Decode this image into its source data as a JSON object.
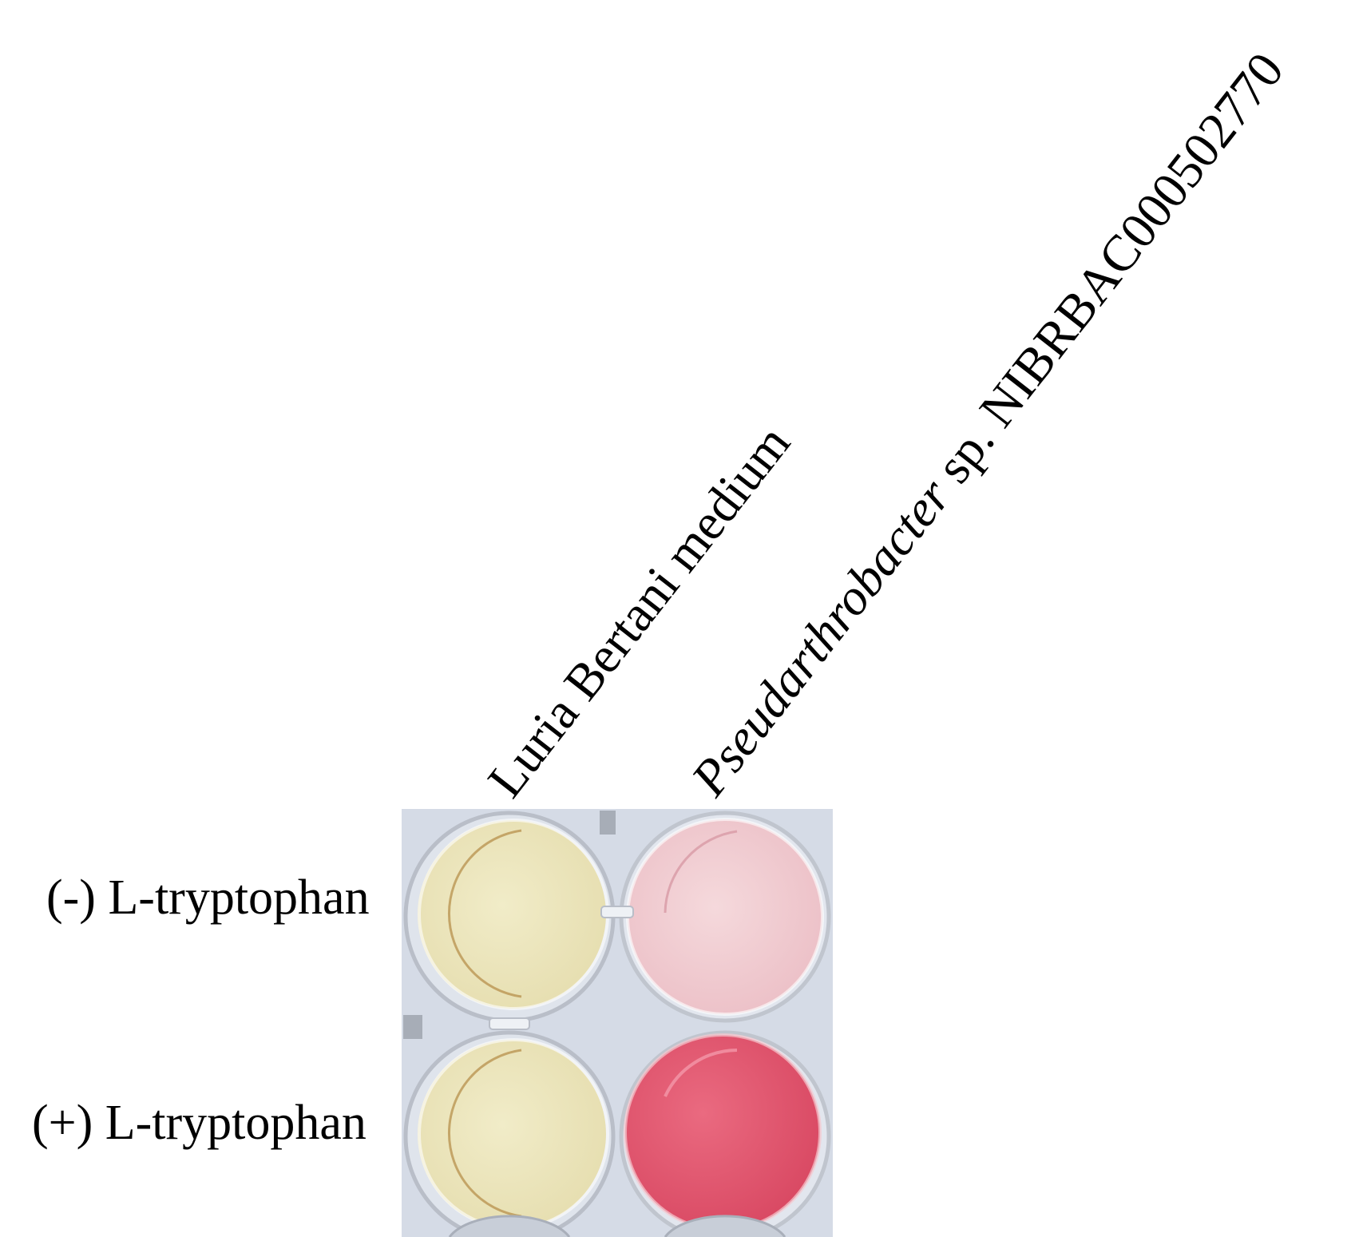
{
  "columns": {
    "medium": {
      "label": "Luria Bertani medium"
    },
    "strain": {
      "genus": "Pseudarthrobacter",
      "suffix": " sp. NIBRBAC000502770"
    }
  },
  "rows": {
    "minus": {
      "label": "(-) L-tryptophan"
    },
    "plus": {
      "label": "(+) L-tryptophan"
    }
  },
  "colors": {
    "plate_background": "#d5dbe6",
    "well_medium": "#ede7c2",
    "well_strain_minus": "#f2cdd2",
    "well_strain_plus": "#e65a73"
  }
}
